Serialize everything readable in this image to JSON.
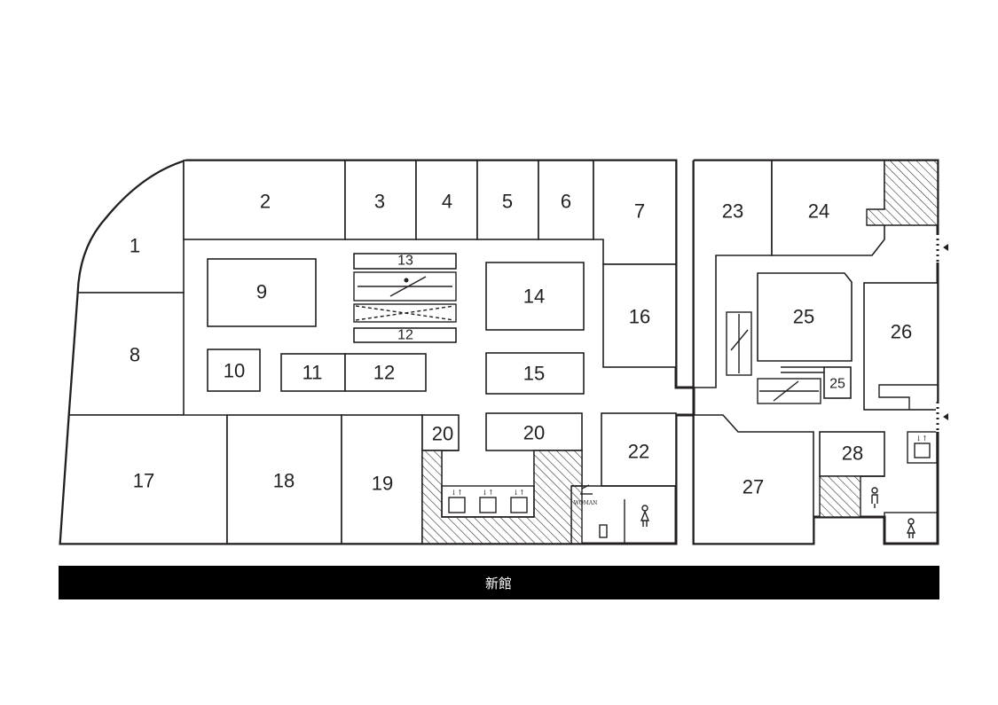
{
  "banner": {
    "label": "新館"
  },
  "units": [
    {
      "id": "1",
      "label": "1"
    },
    {
      "id": "2",
      "label": "2"
    },
    {
      "id": "3",
      "label": "3"
    },
    {
      "id": "4",
      "label": "4"
    },
    {
      "id": "5",
      "label": "5"
    },
    {
      "id": "6",
      "label": "6"
    },
    {
      "id": "7",
      "label": "7"
    },
    {
      "id": "8",
      "label": "8"
    },
    {
      "id": "9",
      "label": "9"
    },
    {
      "id": "10",
      "label": "10"
    },
    {
      "id": "11",
      "label": "11"
    },
    {
      "id": "12a",
      "label": "12"
    },
    {
      "id": "12b",
      "label": "12"
    },
    {
      "id": "13",
      "label": "13"
    },
    {
      "id": "14",
      "label": "14"
    },
    {
      "id": "15",
      "label": "15"
    },
    {
      "id": "16",
      "label": "16"
    },
    {
      "id": "17",
      "label": "17"
    },
    {
      "id": "18",
      "label": "18"
    },
    {
      "id": "19",
      "label": "19"
    },
    {
      "id": "20a",
      "label": "20"
    },
    {
      "id": "20b",
      "label": "20"
    },
    {
      "id": "22",
      "label": "22"
    },
    {
      "id": "23",
      "label": "23"
    },
    {
      "id": "24",
      "label": "24"
    },
    {
      "id": "25a",
      "label": "25"
    },
    {
      "id": "25b",
      "label": "25"
    },
    {
      "id": "26",
      "label": "26"
    },
    {
      "id": "27",
      "label": "27"
    },
    {
      "id": "28",
      "label": "28"
    }
  ],
  "icons": {
    "womens_restroom_label": "WOMAN"
  },
  "colors": {
    "ink": "#231f20",
    "banner": "#000000",
    "background": "#ffffff"
  }
}
